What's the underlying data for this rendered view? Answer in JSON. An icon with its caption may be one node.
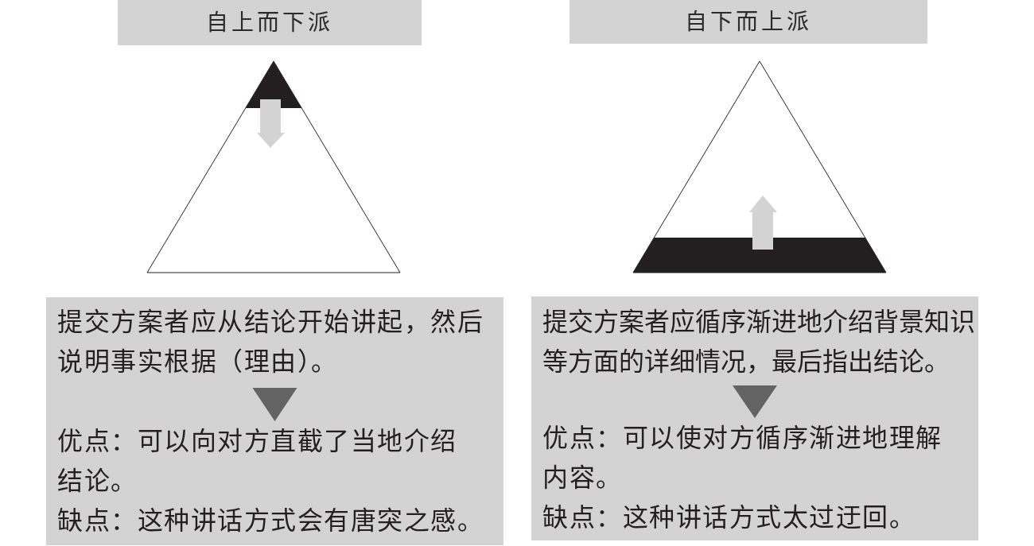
{
  "diagram": {
    "nodes": [
      {
        "text": [
          "自上而下派"
        ]
      },
      {
        "text": [],
        "shape": "box"
      },
      {
        "text": [
          "提交方案者应从结论开始讲起，然后说明事实根据（理由）。"
        ],
        "in": 1
      },
      {
        "text": [
          "优点：可以向对方直截了当地介绍结论。",
          "缺点：这种讲话方式会有唐突之感。"
        ],
        "in": 1
      },
      {
        "text": [
          "自下而上派"
        ]
      },
      {
        "text": [],
        "shape": "box"
      },
      {
        "text": [
          "提交方案者应循序渐进地介绍背景知识等方面的详细情况，最后指出结论。"
        ],
        "in": 5
      },
      {
        "text": [
          "优点：可以使对方循序渐进地理解内容。",
          "缺点：这种讲话方式太过迂回。"
        ],
        "in": 5
      }
    ],
    "edges": [
      {
        "from": 2,
        "to": 3,
        "arrow": "to"
      },
      {
        "from": 6,
        "to": 7,
        "arrow": "to"
      }
    ]
  }
}
